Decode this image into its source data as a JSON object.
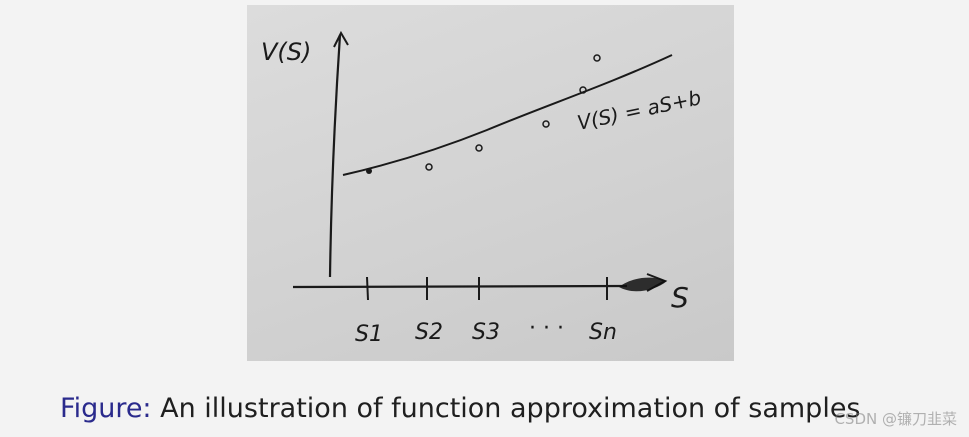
{
  "figure": {
    "caption_label": "Figure:",
    "caption_text": "An illustration of function approximation of samples"
  },
  "sketch": {
    "y_axis_label": "V(S)",
    "x_axis_label": "S",
    "line_equation": "V(S) = aS+b",
    "tick_labels": [
      "S1",
      "S2",
      "S3",
      "· · ·",
      "Sn"
    ]
  },
  "watermark": "CSDN @镰刀韭菜",
  "colors": {
    "caption_label": "#2a2a8c",
    "ink": "#1a1a1a",
    "paper": "#d6d6d6"
  }
}
